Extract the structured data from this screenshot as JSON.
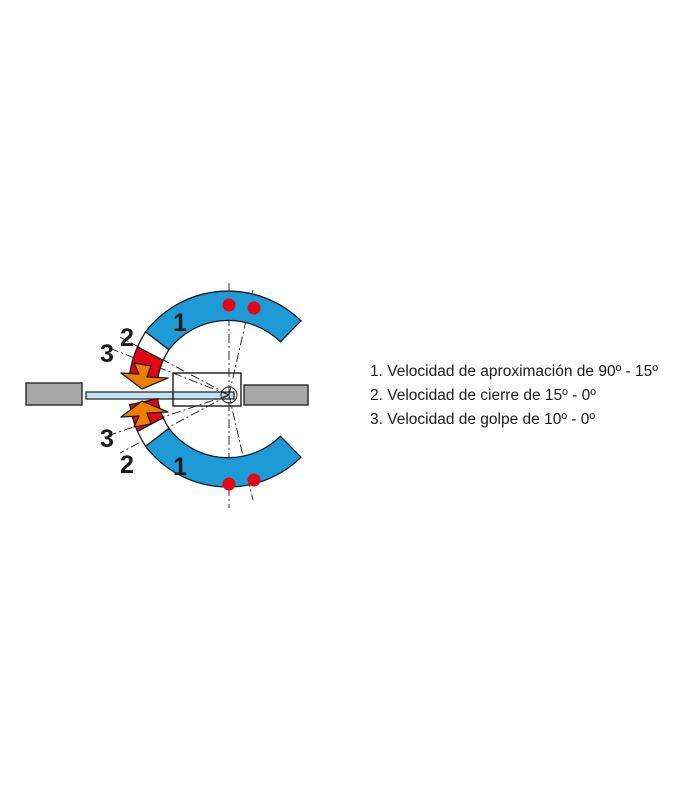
{
  "diagram": {
    "labels": {
      "upper_approach": "1",
      "upper_closing": "2",
      "upper_impact": "3",
      "lower_approach": "1",
      "lower_closing": "2",
      "lower_impact": "3"
    },
    "colors": {
      "approach": "#1e9ad6",
      "closing": "#e30613",
      "impact": "#ef7d00",
      "marker": "#e30613",
      "bar": "#a8a8a8",
      "shaft": "#bfe3f3",
      "outline": "#1a1a1a"
    }
  },
  "legend": {
    "items": [
      "1. Velocidad de aproximación de 90º - 15º",
      "2. Velocidad de cierre de 15º - 0º",
      "3. Velocidad de golpe de 10º - 0º"
    ]
  }
}
